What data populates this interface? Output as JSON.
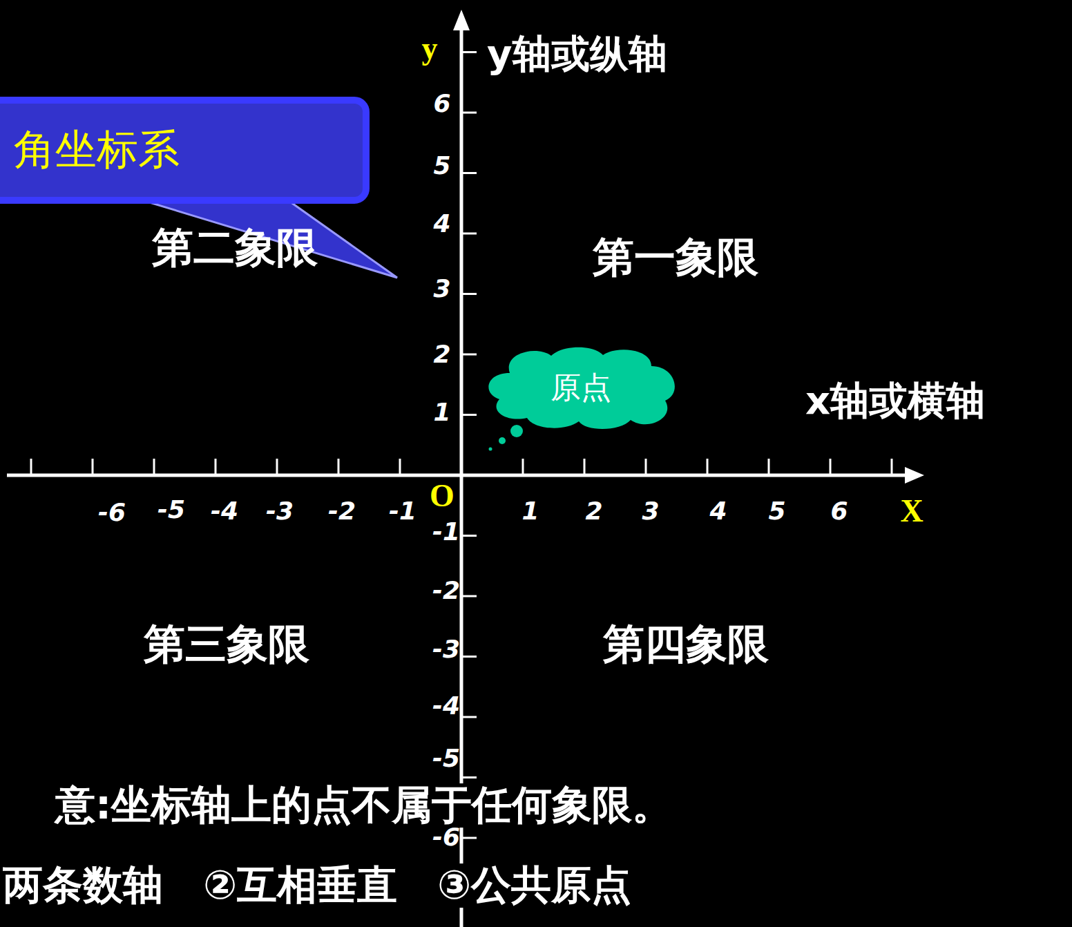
{
  "diagram": {
    "nodes": [
      {
        "text": [
          "角坐标系"
        ]
      },
      {
        "text": [
          "原点"
        ]
      }
    ],
    "labels": [
      "y",
      "y轴或纵轴",
      "第二象限",
      "第一象限",
      "x轴或横轴",
      "第三象限",
      "第四象限",
      "6",
      "5",
      "4",
      "3",
      "2",
      "1",
      "-1",
      "-2",
      "-3",
      "-4",
      "-5",
      "-6",
      "-6",
      "-5",
      "-4",
      "-3",
      "-2",
      "-1",
      "1",
      "2",
      "3",
      "4",
      "5",
      "6",
      "O",
      "X",
      "意:坐标轴上的点不属于任何象限。",
      "两条数轴　②互相垂直　③公共原点"
    ]
  }
}
